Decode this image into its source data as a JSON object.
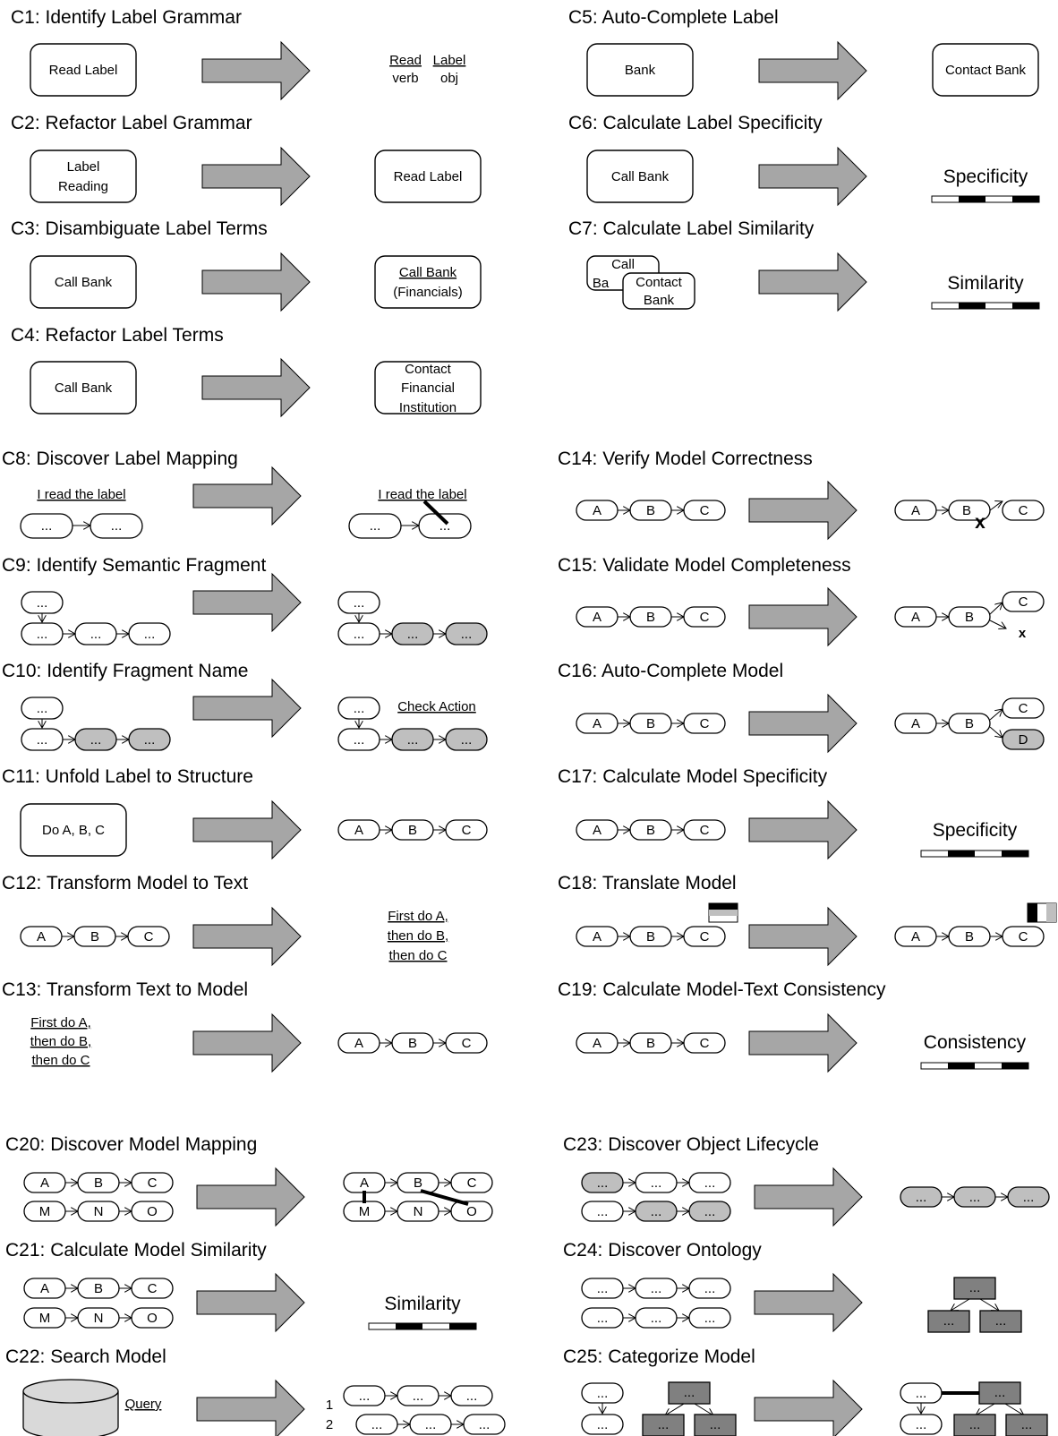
{
  "colors": {
    "arrow_fill": "#a6a6a6",
    "node_gray": "#bfbfbf",
    "box_dark": "#808080",
    "db_fill": "#d9d9d9"
  },
  "c1": {
    "title": "C1: Identify Label Grammar",
    "input": "Read Label",
    "word1": "Read",
    "word2": "Label",
    "pos1": "verb",
    "pos2": "obj"
  },
  "c2": {
    "title": "C2: Refactor Label Grammar",
    "input_line1": "Label",
    "input_line2": "Reading",
    "output": "Read Label"
  },
  "c3": {
    "title": "C3: Disambiguate Label Terms",
    "input": "Call Bank",
    "output_line1": "Call Bank",
    "output_line2": "(Financials)"
  },
  "c4": {
    "title": "C4: Refactor Label Terms",
    "input": "Call Bank",
    "output_line1": "Contact",
    "output_line2": "Financial",
    "output_line3": "Institution"
  },
  "c5": {
    "title": "C5: Auto-Complete Label",
    "input": "Bank",
    "output": "Contact Bank"
  },
  "c6": {
    "title": "C6: Calculate Label Specificity",
    "input": "Call Bank",
    "output": "Specificity"
  },
  "c7": {
    "title": "C7: Calculate Label Similarity",
    "back_line1": "Call",
    "back_line2": "Ba",
    "front_line1": "Contact",
    "front_line2": "Bank",
    "output": "Similarity"
  },
  "c8": {
    "title": "C8: Discover Label Mapping",
    "sentence": "I read the label",
    "node": "..."
  },
  "c9": {
    "title": "C9: Identify Semantic Fragment",
    "node": "..."
  },
  "c10": {
    "title": "C10: Identify Fragment Name",
    "node": "...",
    "name": "Check Action"
  },
  "c11": {
    "title": "C11: Unfold Label to Structure",
    "input": "Do A, B, C",
    "nodes": [
      "A",
      "B",
      "C"
    ]
  },
  "c12": {
    "title": "C12: Transform Model to Text",
    "nodes": [
      "A",
      "B",
      "C"
    ],
    "text": [
      "First do A,",
      "then do B,",
      "then do C"
    ]
  },
  "c13": {
    "title": "C13: Transform Text to Model",
    "nodes": [
      "A",
      "B",
      "C"
    ],
    "text": [
      "First do A,",
      "then do B,",
      "then do C"
    ]
  },
  "c14": {
    "title": "C14: Verify Model Correctness",
    "nodes": [
      "A",
      "B",
      "C"
    ],
    "mark": "x"
  },
  "c15": {
    "title": "C15: Validate Model Completeness",
    "nodes": [
      "A",
      "B",
      "C"
    ],
    "mark": "x"
  },
  "c16": {
    "title": "C16: Auto-Complete Model",
    "nodes": [
      "A",
      "B",
      "C"
    ],
    "added": "D"
  },
  "c17": {
    "title": "C17: Calculate Model Specificity",
    "nodes": [
      "A",
      "B",
      "C"
    ],
    "output": "Specificity"
  },
  "c18": {
    "title": "C18: Translate Model",
    "nodes": [
      "A",
      "B",
      "C"
    ]
  },
  "c19": {
    "title": "C19: Calculate Model-Text Consistency",
    "nodes": [
      "A",
      "B",
      "C"
    ],
    "output": "Consistency"
  },
  "c20": {
    "title": "C20: Discover Model Mapping",
    "row1": [
      "A",
      "B",
      "C"
    ],
    "row2": [
      "M",
      "N",
      "O"
    ]
  },
  "c21": {
    "title": "C21: Calculate Model Similarity",
    "row1": [
      "A",
      "B",
      "C"
    ],
    "row2": [
      "M",
      "N",
      "O"
    ],
    "output": "Similarity"
  },
  "c22": {
    "title": "C22: Search Model",
    "query": "Query",
    "ranks": [
      "1",
      "2"
    ],
    "node": "..."
  },
  "c23": {
    "title": "C23: Discover Object Lifecycle",
    "node": "..."
  },
  "c24": {
    "title": "C24: Discover Ontology",
    "node": "..."
  },
  "c25": {
    "title": "C25: Categorize Model",
    "node": "..."
  }
}
